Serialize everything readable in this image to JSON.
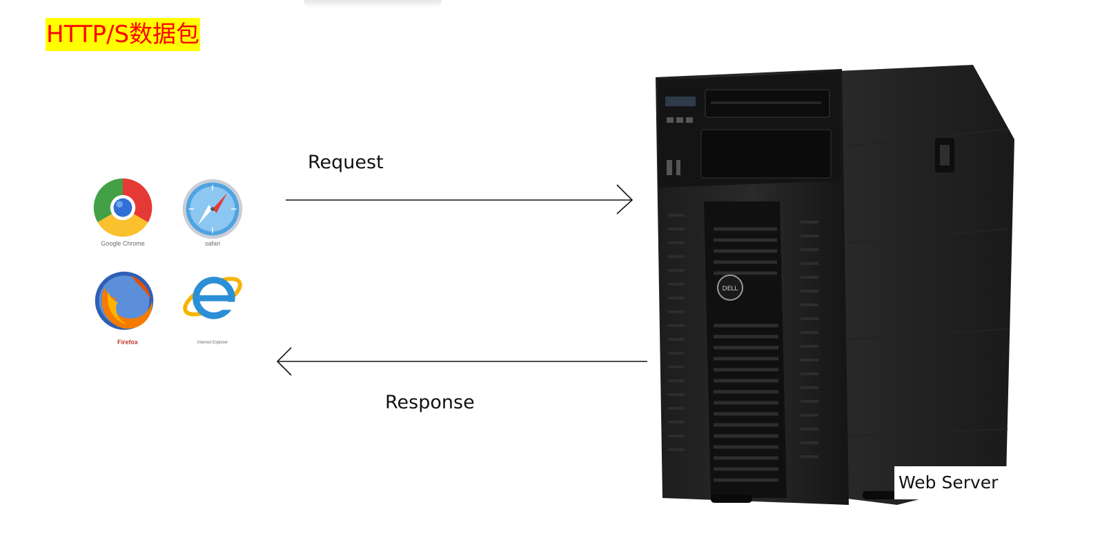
{
  "title": "HTTP/S数据包",
  "colors": {
    "title_highlight": "#ffff00",
    "title_text": "#ff0000"
  },
  "browsers": [
    {
      "name": "Google Chrome",
      "icon": "chrome-icon"
    },
    {
      "name": "safari",
      "icon": "safari-icon"
    },
    {
      "name": "Firefox",
      "icon": "firefox-icon"
    },
    {
      "name": "Internet Explorer",
      "icon": "ie-icon"
    }
  ],
  "request_label": "Request",
  "response_label": "Response",
  "server": {
    "label": "Web Server",
    "logo": "DELL"
  }
}
